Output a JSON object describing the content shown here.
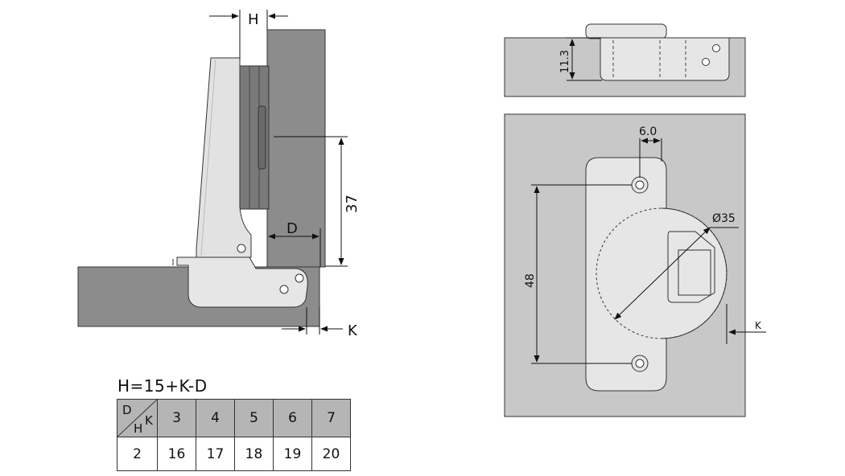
{
  "formula": "H=15+K-D",
  "table": {
    "corner_d": "D",
    "corner_k": "K",
    "corner_h": "H",
    "k_values": [
      "3",
      "4",
      "5",
      "6",
      "7"
    ],
    "d_value": "2",
    "h_values": [
      "16",
      "17",
      "18",
      "19",
      "20"
    ]
  },
  "side_view": {
    "h_label": "H",
    "height_label": "37",
    "d_label": "D",
    "k_label": "K"
  },
  "plate_view": {
    "height_label": "11.3",
    "spacing_label": "6.0",
    "diameter_label": "Ø35",
    "length_label": "48",
    "k_label": "K"
  },
  "colors": {
    "panel_dark": "#8c8c8c",
    "panel_light": "#c8c8c8",
    "hinge_light": "#e2e2e2",
    "hinge_dark": "#7a7a7a",
    "line": "#222222"
  }
}
